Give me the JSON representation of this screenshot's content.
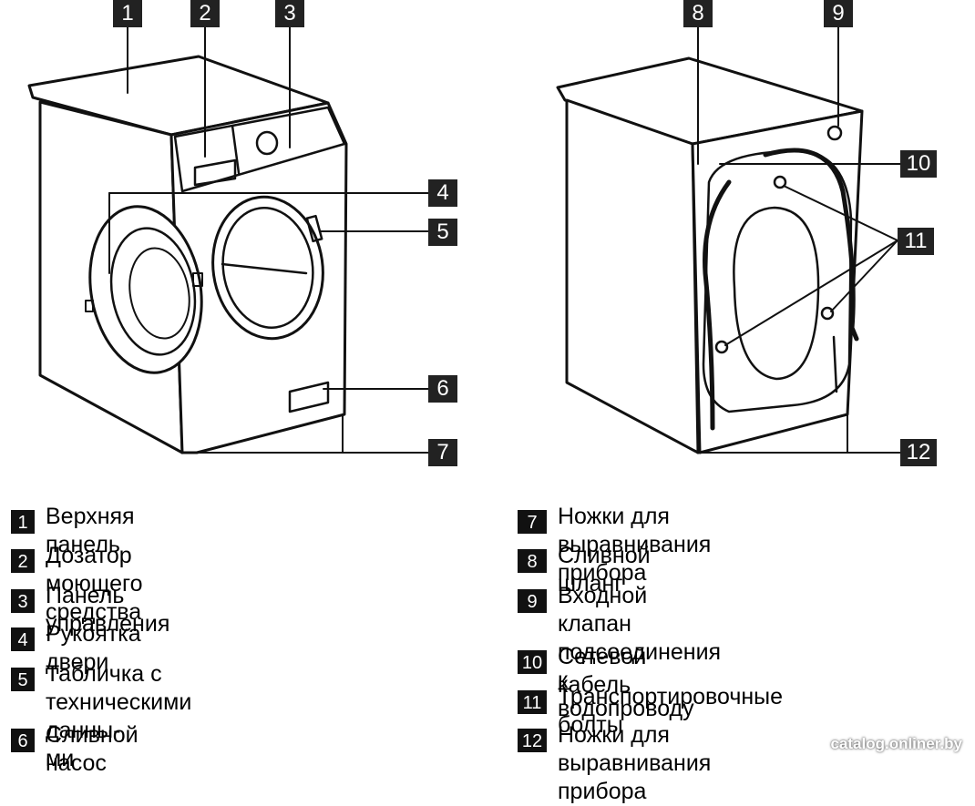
{
  "callouts": [
    "1",
    "2",
    "3",
    "4",
    "5",
    "6",
    "7",
    "8",
    "9",
    "10",
    "11",
    "12"
  ],
  "legend_left": [
    {
      "num": "1",
      "text": "Верхняя панель"
    },
    {
      "num": "2",
      "text": "Дозатор моющего средства"
    },
    {
      "num": "3",
      "text": "Панель управления"
    },
    {
      "num": "4",
      "text": "Рукоятка двери"
    },
    {
      "num": "5",
      "text": "Табличка с техническими данны-\nми"
    },
    {
      "num": "6",
      "text": "Сливной насос"
    }
  ],
  "legend_right": [
    {
      "num": "7",
      "text": "Ножки для выравнивания прибора"
    },
    {
      "num": "8",
      "text": "Сливной шланг"
    },
    {
      "num": "9",
      "text": "Входной клапан подсоединения к\nводопроводу"
    },
    {
      "num": "10",
      "text": "Сетевой кабель"
    },
    {
      "num": "11",
      "text": "Транспортировочные болты"
    },
    {
      "num": "12",
      "text": "Ножки для выравнивания прибора"
    }
  ],
  "watermark": "catalog.onliner.by"
}
